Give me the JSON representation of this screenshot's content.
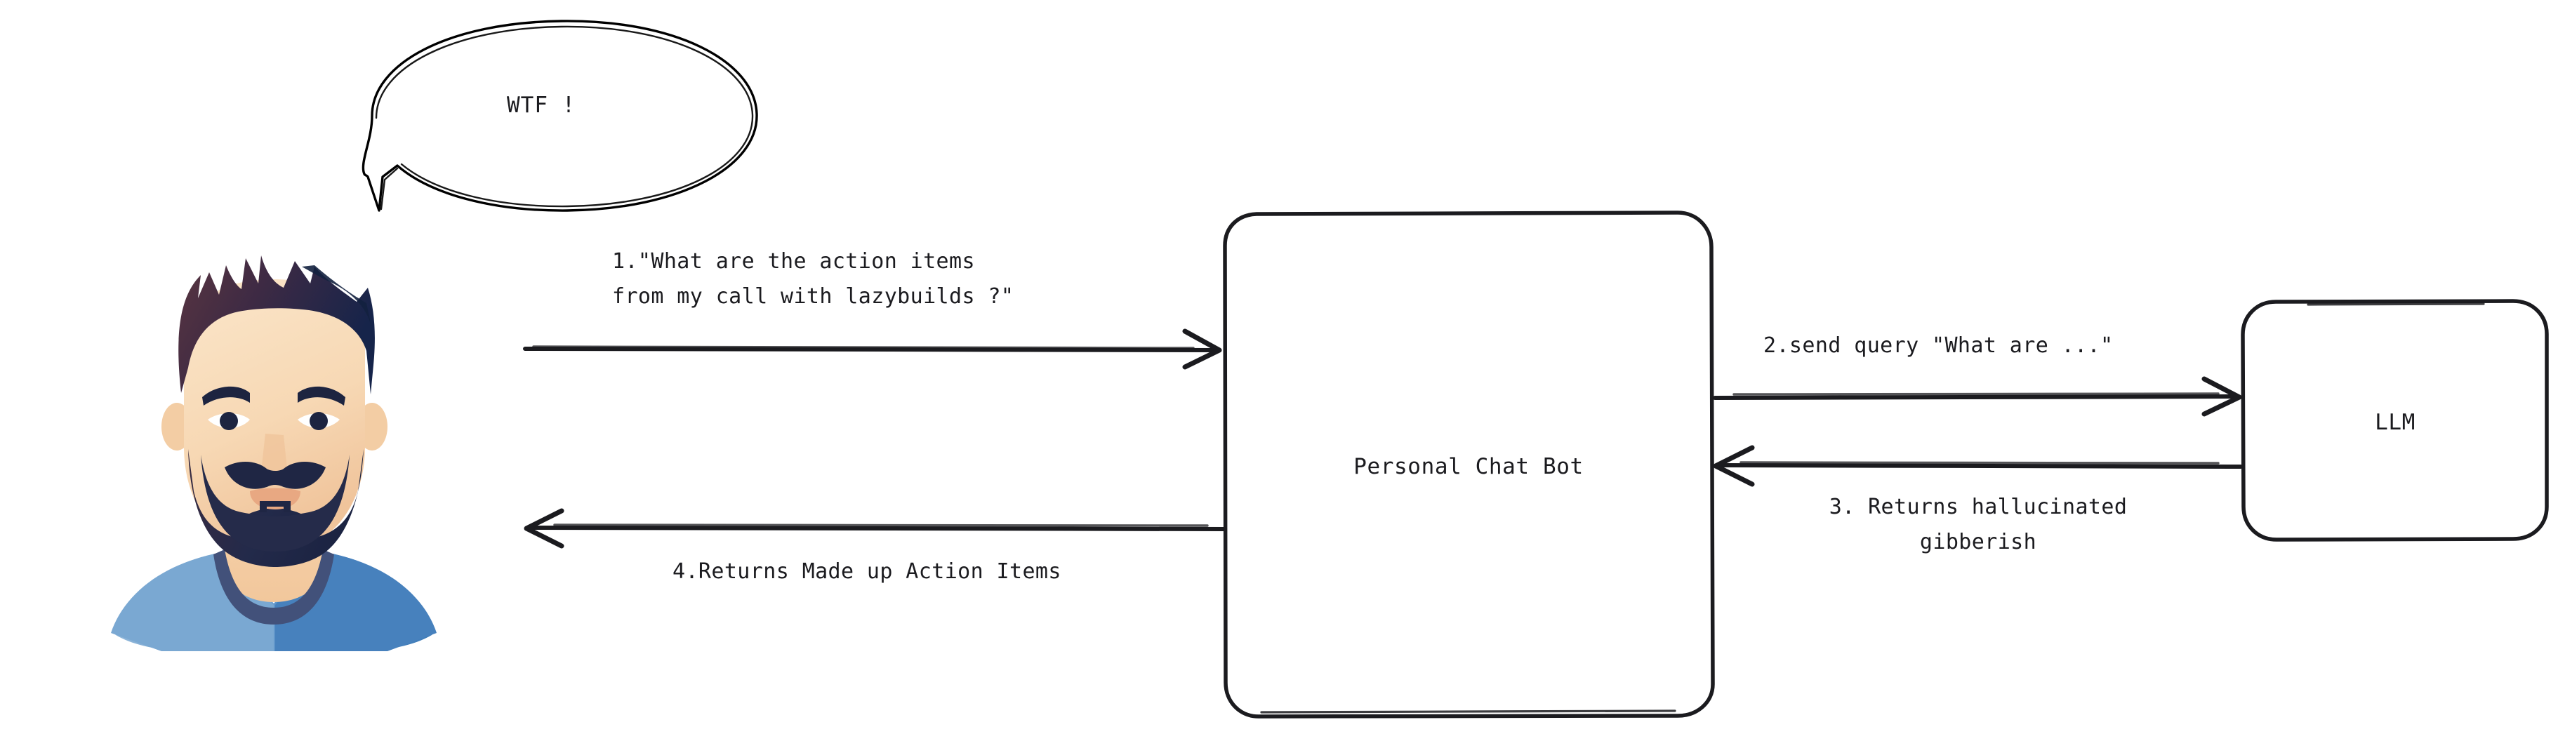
{
  "diagram": {
    "title": "Personal Chat Bot hallucination flow",
    "background_color": "#ffffff",
    "stroke_color": "#1b1b1f",
    "nodes": [
      {
        "id": "user",
        "type": "avatar-illustration",
        "label": "bearded-man-avatar",
        "description": "Illustrated bearded man wearing a blue shirt"
      },
      {
        "id": "chatbot",
        "type": "rounded-rectangle",
        "label": "Personal Chat Bot"
      },
      {
        "id": "llm",
        "type": "rounded-rectangle",
        "label": "LLM"
      }
    ],
    "speech_bubble": {
      "text": "WTF !",
      "speaker": "user",
      "shape": "ellipse-with-tail"
    },
    "edges": [
      {
        "id": "edge-1",
        "from": "user",
        "to": "chatbot",
        "direction": "right",
        "label_lines": [
          "1.\"What are the action items",
          "from my call with lazybuilds ?\""
        ]
      },
      {
        "id": "edge-2",
        "from": "chatbot",
        "to": "llm",
        "direction": "right",
        "label_lines": [
          "2.send query \"What are ...\""
        ]
      },
      {
        "id": "edge-3",
        "from": "llm",
        "to": "chatbot",
        "direction": "left",
        "label_lines": [
          "3. Returns hallucinated",
          "gibberish"
        ]
      },
      {
        "id": "edge-4",
        "from": "chatbot",
        "to": "user",
        "direction": "left",
        "label_lines": [
          "4.Returns Made up Action Items"
        ]
      }
    ],
    "avatar_colors": {
      "skin": "#f9dfc0",
      "skin_shadow": "#f0c49b",
      "hair_dark": "#1c2541",
      "hair_brown": "#4a2f3a",
      "beard": "#252b4a",
      "shirt": "#4f88c4",
      "shirt_light": "#81aed6",
      "shirt_collar": "#3f4f77"
    }
  }
}
